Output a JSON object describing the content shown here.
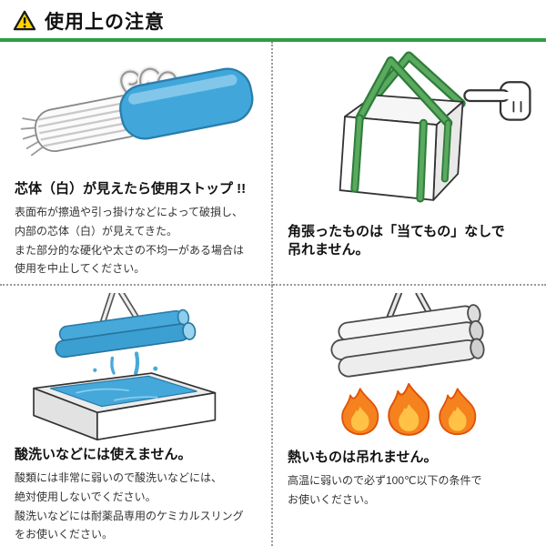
{
  "header": {
    "title": "使用上の注意",
    "icon": "warning-triangle-icon"
  },
  "colors": {
    "accent_green": "#2f9e41",
    "strap_green": "#5aa95f",
    "sling_blue": "#41a7db",
    "liquid_blue": "#45a8db",
    "flame_orange": "#f5821f",
    "flame_inner_yellow": "#ffc247",
    "warning_yellow": "#ffd500",
    "divider_gray": "#9a9a9a",
    "text_dark": "#222222"
  },
  "panels": [
    {
      "id": "core-exposed-stop",
      "illustration": "worn-sling-belt-with-exposed-white-core",
      "heading": "芯体（白）が見えたら使用ストップ !!",
      "body_lines": [
        "表面布が擦過や引っ掛けなどによって破損し、",
        "内部の芯体（白）が見えてきた。",
        "また部分的な硬化や太さの不均一がある場合は",
        "使用を中止してください。"
      ]
    },
    {
      "id": "angular-loads-need-padding",
      "illustration": "container-bag-with-green-slings-and-pointing-hand",
      "heading_lines": [
        "角張ったものは「当てもの」なしで",
        "吊れません。"
      ]
    },
    {
      "id": "no-acid-washing",
      "illustration": "logs-dipped-in-acid-bath",
      "heading": "酸洗いなどには使えません。",
      "body_lines": [
        "酸類には非常に弱いので酸洗いなどには、",
        "絶対使用しないでください。",
        "酸洗いなどには耐薬品専用のケミカルスリング",
        "をお使いください。"
      ]
    },
    {
      "id": "no-hot-loads",
      "illustration": "logs-suspended-over-flames",
      "heading": "熱いものは吊れません。",
      "body_lines": [
        "高温に弱いので必ず100℃以下の条件で",
        "お使いください。"
      ]
    }
  ]
}
